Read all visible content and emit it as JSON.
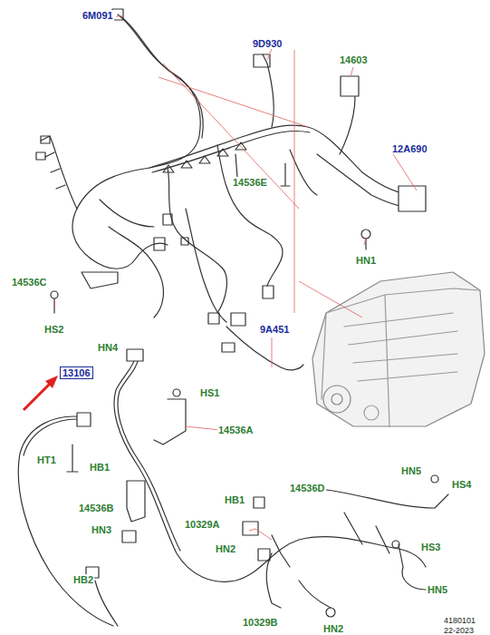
{
  "diagram": {
    "nodes": [
      {
        "text": [
          "13106"
        ]
      }
    ],
    "labels": [
      "6M091",
      "9D930",
      "14603",
      "12A690",
      "14536E",
      "HN1",
      "14536C",
      "HS2",
      "9A451",
      "HN4",
      "HS1",
      "14536A",
      "HT1",
      "HB1",
      "14536B",
      "HN3",
      "HB1",
      "14536D",
      "HN5",
      "HS4",
      "10329A",
      "HN2",
      "HS3",
      "HB2",
      "HN5",
      "10329B",
      "HN2",
      "4180101",
      "22-2023"
    ]
  }
}
